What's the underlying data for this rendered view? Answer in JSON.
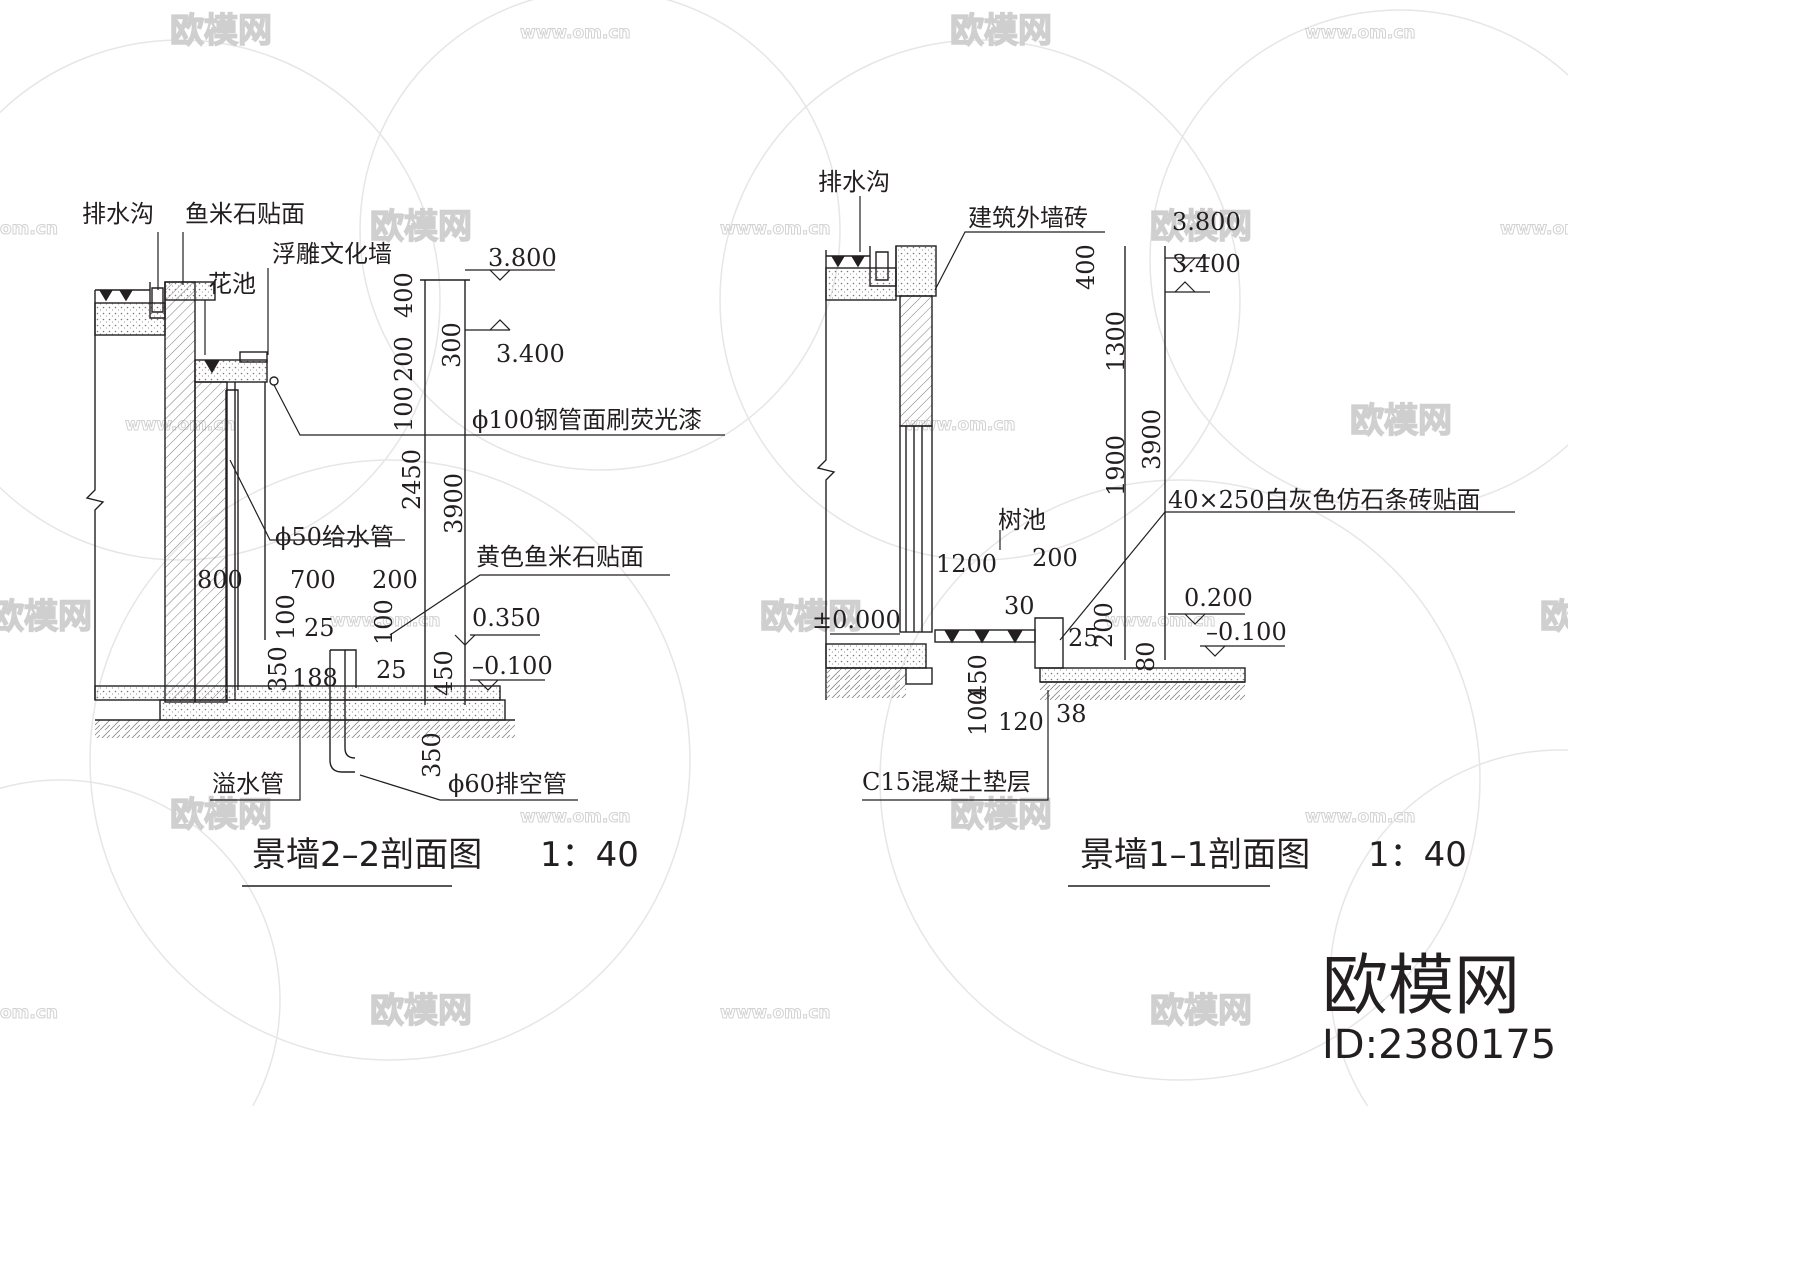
{
  "watermark": {
    "brand": "欧模网",
    "domain": "www.om.cn",
    "domain_short": "om.cn"
  },
  "section_2_2": {
    "title": "景墙2–2剖面图",
    "scale": "1：40",
    "labels": {
      "drain": "排水沟",
      "stone_face": "鱼米石贴面",
      "relief_wall": "浮雕文化墙",
      "planter": "花池",
      "steel_pipe": "ϕ100钢管面刷荧光漆",
      "supply_pipe": "ϕ50给水管",
      "yellow_stone": "黄色鱼米石贴面",
      "overflow_pipe": "溢水管",
      "drain_pipe": "ϕ60排空管"
    },
    "levels": {
      "top": "3.800",
      "mid": "3.400",
      "pool": "0.350",
      "base": "–0.100"
    },
    "dims": {
      "d400": "400",
      "d300": "300",
      "d200": "200",
      "d100a": "100",
      "d2450": "2450",
      "d3900": "3900",
      "d800": "800",
      "d700": "700",
      "d200b": "200",
      "d100b": "100",
      "d25a": "25",
      "d350a": "350",
      "d188": "188",
      "d100c": "100",
      "d25b": "25",
      "d450": "450",
      "d350b": "350"
    }
  },
  "section_1_1": {
    "title": "景墙1–1剖面图",
    "scale": "1：40",
    "labels": {
      "drain": "排水沟",
      "brick": "建筑外墙砖",
      "tree_pool": "树池",
      "strip_tile": "40×250白灰色仿石条砖贴面",
      "concrete": "C15混凝土垫层"
    },
    "levels": {
      "top": "3.800",
      "mid": "3.400",
      "zero": "±0.000",
      "l200": "0.200",
      "base": "–0.100"
    },
    "dims": {
      "d400": "400",
      "d1300": "1300",
      "d1900": "1900",
      "d3900": "3900",
      "d1200": "1200",
      "d200": "200",
      "d30": "30",
      "d25": "25",
      "d200b": "200",
      "d80": "80",
      "d450": "450",
      "d100": "100",
      "d120": "120",
      "d38": "38"
    }
  },
  "brand_block": {
    "name": "欧模网",
    "id": "ID:2380175"
  },
  "colors": {
    "ink": "#231f20",
    "watermark": "#d9d9d9",
    "hatch": "#8a8a8a"
  }
}
